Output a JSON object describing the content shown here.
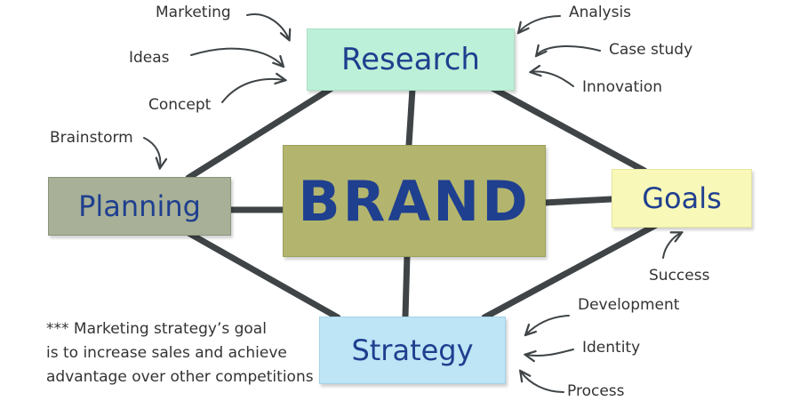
{
  "center": {
    "label": "BRAND",
    "color": "#b3b56e"
  },
  "nodes": {
    "research": {
      "label": "Research",
      "color": "#bdf0d8"
    },
    "planning": {
      "label": "Planning",
      "color": "#a8b198"
    },
    "goals": {
      "label": "Goals",
      "color": "#f8f8b8"
    },
    "strategy": {
      "label": "Strategy",
      "color": "#bde5f5"
    }
  },
  "labels": {
    "research": [
      "Marketing",
      "Ideas",
      "Concept",
      "Analysis",
      "Case study",
      "Innovation"
    ],
    "planning": [
      "Brainstorm"
    ],
    "goals": [
      "Success"
    ],
    "strategy": [
      "Development",
      "Identity",
      "Process"
    ]
  },
  "note": [
    "*** Marketing strategy’s goal",
    "is to increase sales and achieve",
    "advantage over other competitions"
  ],
  "colors": {
    "text": "#1f3f8f",
    "line": "#3f4447",
    "annotation": "#333333"
  }
}
